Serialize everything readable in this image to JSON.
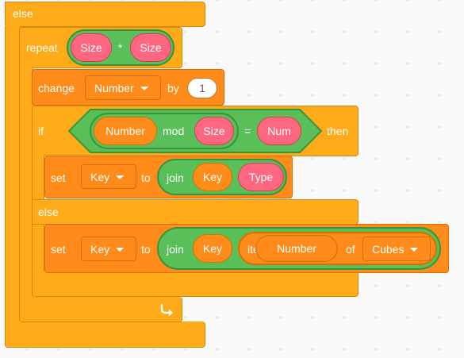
{
  "blocks": {
    "else_top_label": "else",
    "repeat": {
      "label": "repeat",
      "left_var": "Size",
      "operator": "*",
      "right_var": "Size"
    },
    "change": {
      "label": "change",
      "variable": "Number",
      "by_label": "by",
      "amount": "1"
    },
    "if_block": {
      "if_label": "if",
      "var_a": "Number",
      "mod_label": "mod",
      "var_b": "Size",
      "equals": "=",
      "var_c": "Num",
      "then_label": "then"
    },
    "set1": {
      "label": "set",
      "variable": "Key",
      "to_label": "to",
      "join_label": "join",
      "join_a": "Key",
      "join_b": "Type"
    },
    "else_label": "else",
    "set2": {
      "label": "set",
      "variable": "Key",
      "to_label": "to",
      "join_label": "join",
      "join_a": "Key",
      "item_label": "item",
      "item_index": "Number",
      "of_label": "of",
      "list": "Cubes"
    }
  },
  "colors": {
    "control": "#ffab19",
    "variables": "#ff8c1a",
    "operators": "#59c059",
    "custom_reporter": "#ff6680",
    "canvas": "#f9f9f9"
  },
  "icons": {
    "loop_arrow": "loop-arrow-icon",
    "dropdown": "dropdown-caret-icon"
  }
}
